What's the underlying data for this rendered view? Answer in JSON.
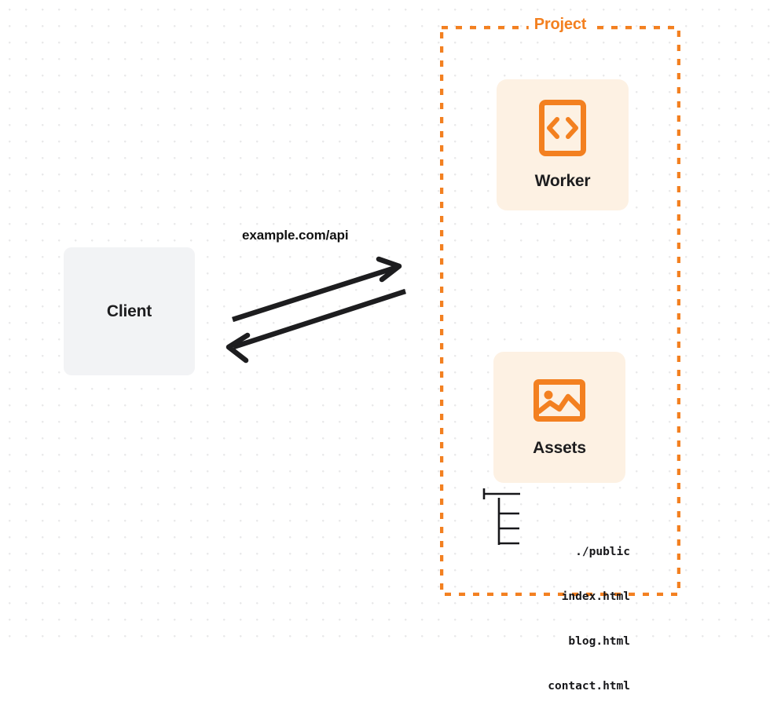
{
  "diagram": {
    "background": {
      "dot_color": "#e9e9ea",
      "page_color": "#ffffff"
    },
    "client": {
      "label": "Client",
      "fill": "#f2f3f5"
    },
    "connection": {
      "label": "example.com/api",
      "stroke": "#1d1d1f",
      "request_direction": "right",
      "response_direction": "left"
    },
    "project": {
      "title": "Project",
      "border_color": "#f38020",
      "border_style": "dashed",
      "cards": [
        {
          "id": "worker",
          "label": "Worker",
          "icon": "code-brackets-icon",
          "fill": "#fdf1e3",
          "icon_color": "#f38020"
        },
        {
          "id": "assets",
          "label": "Assets",
          "icon": "image-picture-icon",
          "fill": "#fdf1e3",
          "icon_color": "#f38020"
        }
      ],
      "file_tree": [
        {
          "name": "./public"
        },
        {
          "name": "index.html"
        },
        {
          "name": "blog.html"
        },
        {
          "name": "contact.html"
        }
      ]
    }
  }
}
